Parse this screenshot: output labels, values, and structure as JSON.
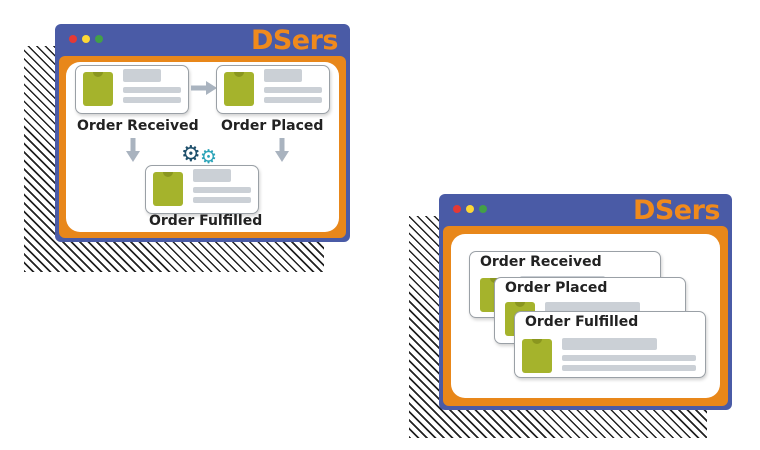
{
  "left_window": {
    "brand": "DSers",
    "dots": [
      "#e53935",
      "#fdd835",
      "#43a047"
    ],
    "steps": {
      "received": "Order Received",
      "placed": "Order Placed",
      "fulfilled": "Order Fulfilled"
    },
    "icons": [
      "arrow-right-icon",
      "arrow-down-icon",
      "gear-icon"
    ]
  },
  "right_window": {
    "brand": "DSers",
    "dots": [
      "#e53935",
      "#fdd835",
      "#43a047"
    ],
    "cards": [
      {
        "label": "Order Received"
      },
      {
        "label": "Order Placed"
      },
      {
        "label": "Order Fulfilled"
      }
    ]
  },
  "colors": {
    "window_blue": "#4a5ba6",
    "frame_orange": "#e8871a",
    "brand_orange": "#f08a1c",
    "product_green": "#a5b32c",
    "arrow_gray": "#a9b3bf",
    "gear_dark": "#1e4f6b",
    "gear_teal": "#2aa3b8"
  }
}
